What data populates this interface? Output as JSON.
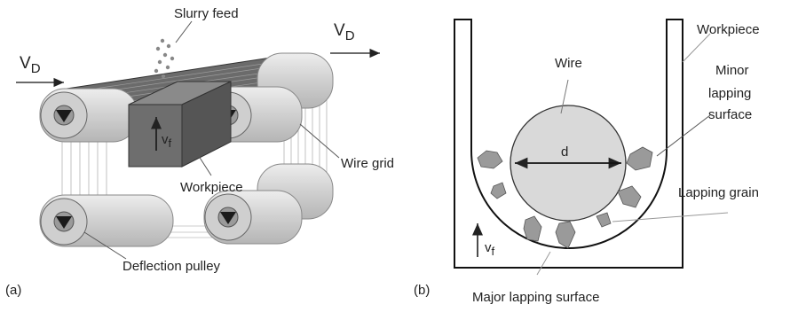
{
  "panel_a": {
    "tag": "(a)",
    "slurry_feed": "Slurry feed",
    "vd_left": "V",
    "vd_right": "V",
    "vd_sub": "D",
    "vf": "v",
    "vf_sub": "f",
    "wire_grid": "Wire grid",
    "workpiece": "Workpiece",
    "deflection_pulley": "Deflection pulley"
  },
  "panel_b": {
    "tag": "(b)",
    "workpiece": "Workpiece",
    "wire": "Wire",
    "d": "d",
    "minor_1": "Minor",
    "minor_2": "lapping",
    "minor_3": "surface",
    "lapping_grain": "Lapping grain",
    "vf": "v",
    "vf_sub": "f",
    "major": "Major lapping surface"
  },
  "colors": {
    "line": "#222222",
    "pulley": "#d4d4d4",
    "pulley_dark": "#9a9a9a",
    "wire_fill": "#d9d9d9",
    "grain": "#9a9a9a",
    "workpiece_front": "#6e6e6e",
    "workpiece_top": "#8a8a8a"
  }
}
